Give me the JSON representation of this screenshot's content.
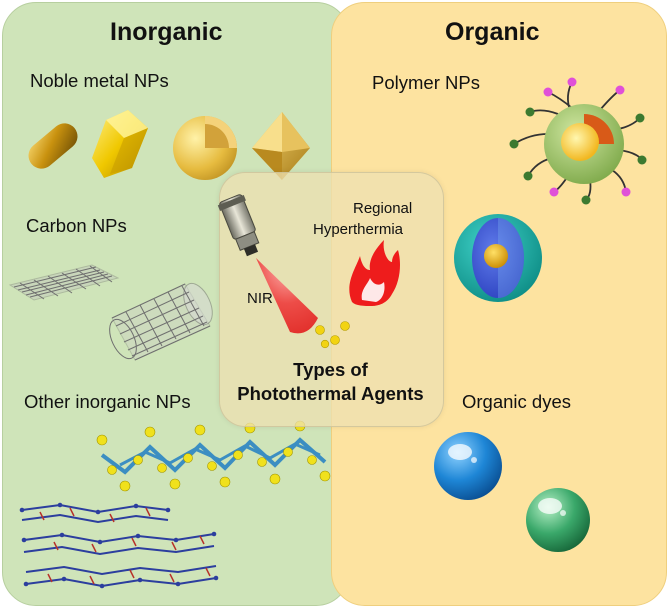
{
  "panels": {
    "inorganic": {
      "title": "Inorganic",
      "categories": [
        "Noble metal NPs",
        "Carbon NPs",
        "Other inorganic NPs"
      ]
    },
    "organic": {
      "title": "Organic",
      "categories": [
        "Polymer NPs",
        "Organic dyes"
      ]
    }
  },
  "center": {
    "title_line1": "Types of",
    "title_line2": "Photothermal Agents",
    "laser_label": "NIR",
    "effect_label_line1": "Regional",
    "effect_label_line2": "Hyperthermia"
  },
  "colors": {
    "inorganic_bg": "#cfe4b9",
    "organic_bg": "#fde3a0",
    "gold": "#d9a81e",
    "laser_red": "#e02020",
    "flame_red": "#ee1c1c",
    "dye_blue": "#1e86d6",
    "dye_green": "#3aa86a"
  },
  "icons": [
    "gold-nanorod-icon",
    "gold-nanoprism-icon",
    "gold-nanoshell-icon",
    "gold-octahedron-icon",
    "graphene-sheet-icon",
    "carbon-nanotube-icon",
    "mos2-layer-icon",
    "layered-crystal-icon",
    "laser-device-icon",
    "laser-beam-icon",
    "flame-icon",
    "polymer-nanoparticle-icon",
    "core-shell-sphere-icon",
    "blue-dye-sphere-icon",
    "green-dye-sphere-icon"
  ]
}
